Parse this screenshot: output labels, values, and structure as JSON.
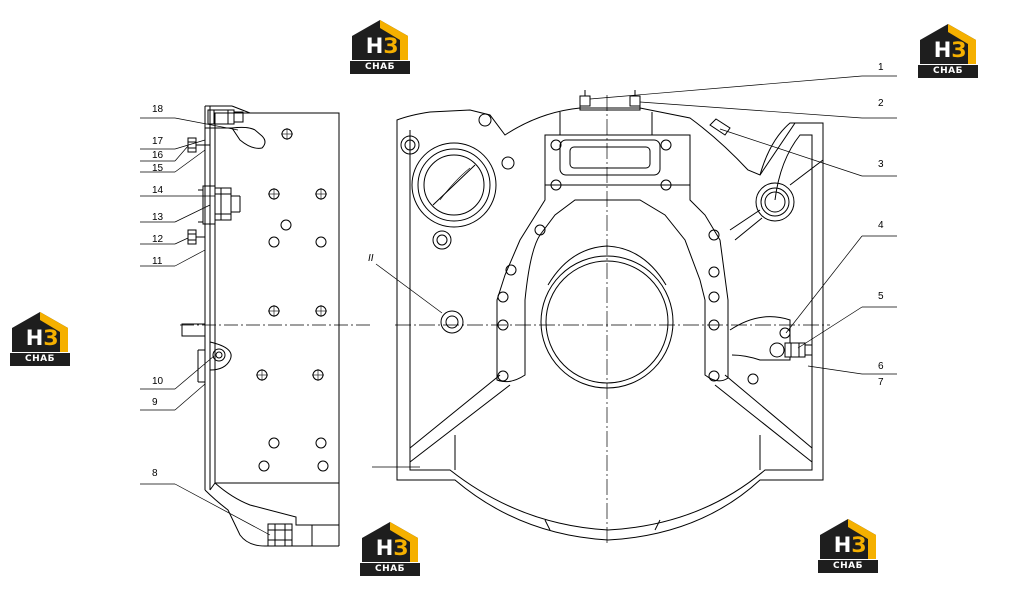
{
  "callouts": {
    "c1": "1",
    "c2": "2",
    "c3": "3",
    "c4": "4",
    "c5": "5",
    "c6": "6",
    "c7": "7",
    "c8": "8",
    "c9": "9",
    "c10": "10",
    "c11": "11",
    "c12": "12",
    "c13": "13",
    "c14": "14",
    "c15": "15",
    "c16": "16",
    "c17": "17",
    "c18": "18",
    "cII": "II"
  },
  "watermark": {
    "mark_h": "Н",
    "mark_3": "З",
    "caption": "СНАБ",
    "accent_color": "#f5b000",
    "dark_color": "#1e1e1e"
  }
}
